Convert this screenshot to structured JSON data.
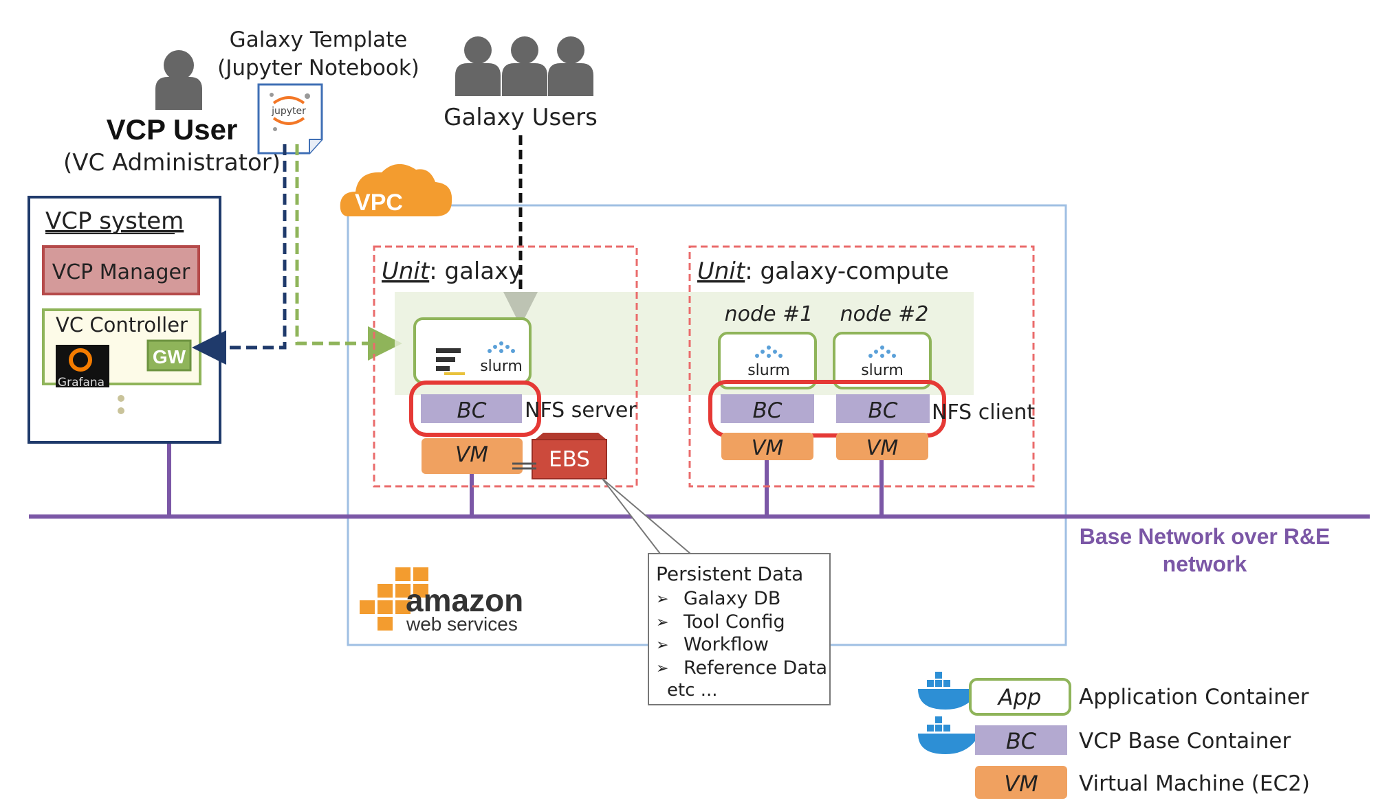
{
  "vcp_user": {
    "title": "VCP User",
    "subtitle": "(VC Administrator)"
  },
  "template": {
    "line1": "Galaxy Template",
    "line2": "(Jupyter Notebook)",
    "icon_text": "jupyter"
  },
  "galaxy_users": {
    "label": "Galaxy Users"
  },
  "vcp_system": {
    "title": "VCP system",
    "manager": "VCP Manager",
    "controller": "VC Controller",
    "grafana": "Grafana",
    "gw": "GW"
  },
  "vpc": {
    "badge": "VPC"
  },
  "unit_galaxy": {
    "unit_word": "Unit",
    "name": ": galaxy",
    "bc": "BC",
    "nfs": "NFS server",
    "vm": "VM",
    "ebs": "EBS",
    "slurm": "slurm"
  },
  "unit_compute": {
    "unit_word": "Unit",
    "name": ": galaxy-compute",
    "node1": "node #1",
    "node2": "node #2",
    "bc": "BC",
    "vm": "VM",
    "nfs": "NFS client",
    "slurm": "slurm"
  },
  "network": {
    "line1": "Base Network over R&E",
    "line2": "network"
  },
  "aws": {
    "line1": "amazon",
    "line2": "web services"
  },
  "callout": {
    "title": "Persistent Data",
    "items": [
      "Galaxy DB",
      "Tool Config",
      "Workflow",
      "Reference Data"
    ],
    "etc": "etc ..."
  },
  "legend": [
    {
      "key": "App",
      "label": "Application Container"
    },
    {
      "key": "BC",
      "label": "VCP Base Container"
    },
    {
      "key": "VM",
      "label": "Virtual Machine (EC2)"
    }
  ],
  "colors": {
    "purple_line": "#7b57a6",
    "app_green": "#8fb45a",
    "bc_lavender": "#b3a9d0",
    "vm_orange": "#f0a160",
    "ebs_red": "#cc4a3c",
    "vcp_blue": "#1f3a6b",
    "unit_dash": "#ea6b6b",
    "aws_orange": "#f39c2f",
    "vpc_border": "#9fbfe3"
  }
}
